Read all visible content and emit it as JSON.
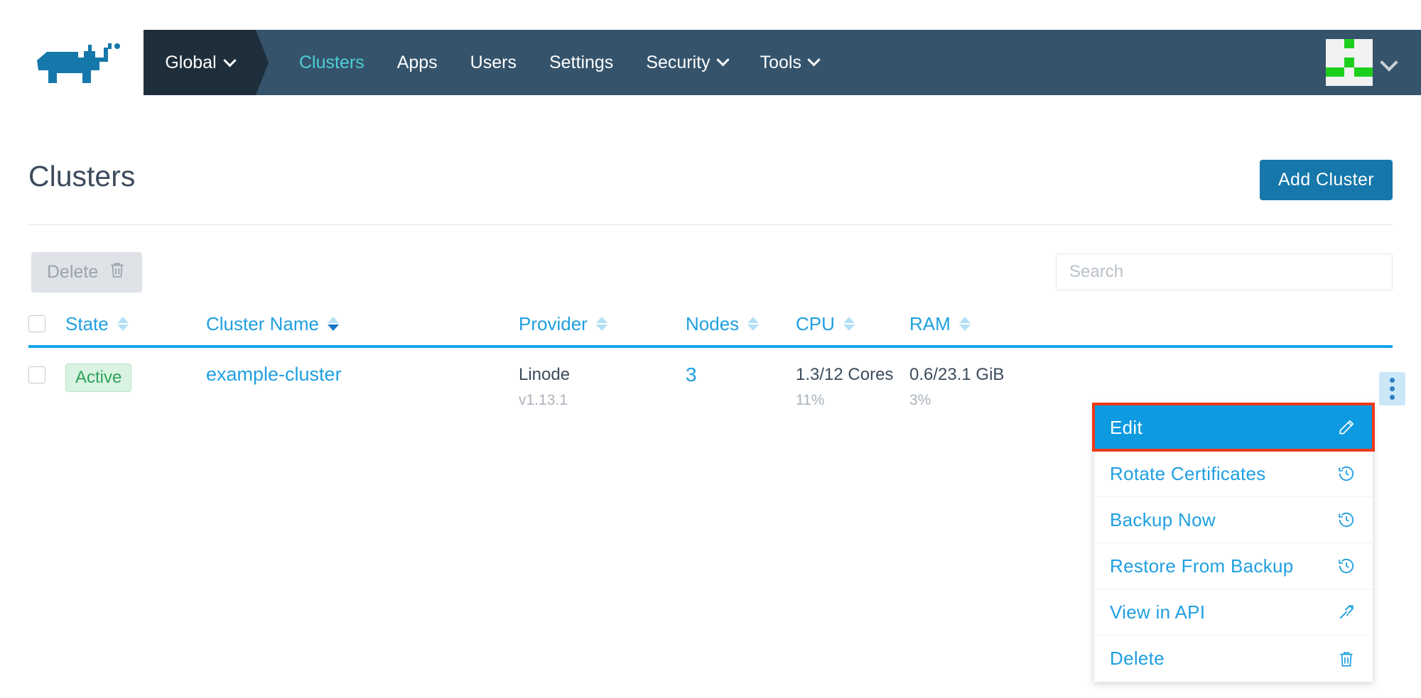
{
  "brand": {
    "logo_icon": "rancher-rhino-logo",
    "color": "#1677aa"
  },
  "topnav": {
    "context": {
      "label": "Global",
      "icon": "chevron-down-icon"
    },
    "items": [
      {
        "label": "Clusters",
        "active": true,
        "caret": false
      },
      {
        "label": "Apps",
        "active": false,
        "caret": false
      },
      {
        "label": "Users",
        "active": false,
        "caret": false
      },
      {
        "label": "Settings",
        "active": false,
        "caret": false
      },
      {
        "label": "Security",
        "active": false,
        "caret": true
      },
      {
        "label": "Tools",
        "active": false,
        "caret": true
      }
    ],
    "account": {
      "avatar_icon": "user-identicon-avatar",
      "caret_icon": "chevron-down-icon"
    },
    "colors": {
      "bar": "#35536b",
      "context_bg": "#1e2e3b",
      "active_text": "#4ecfd6"
    }
  },
  "header": {
    "title": "Clusters",
    "add_button": "Add Cluster"
  },
  "toolbar": {
    "delete_label": "Delete",
    "delete_icon": "trash-icon",
    "search_placeholder": "Search",
    "search_value": ""
  },
  "table": {
    "columns": [
      {
        "key": "state",
        "label": "State",
        "sortable": true,
        "sorted": false
      },
      {
        "key": "name",
        "label": "Cluster Name",
        "sortable": true,
        "sorted": true
      },
      {
        "key": "provider",
        "label": "Provider",
        "sortable": true,
        "sorted": false
      },
      {
        "key": "nodes",
        "label": "Nodes",
        "sortable": true,
        "sorted": false
      },
      {
        "key": "cpu",
        "label": "CPU",
        "sortable": true,
        "sorted": false
      },
      {
        "key": "ram",
        "label": "RAM",
        "sortable": true,
        "sorted": false
      }
    ],
    "rows": [
      {
        "selected": false,
        "state": "Active",
        "name": "example-cluster",
        "provider": "Linode",
        "provider_version": "v1.13.1",
        "nodes": "3",
        "cpu": "1.3/12 Cores",
        "cpu_pct": "11%",
        "ram": "0.6/23.1 GiB",
        "ram_pct": "3%"
      }
    ]
  },
  "row_menu": {
    "trigger_icon": "kebab-menu-icon",
    "items": [
      {
        "label": "Edit",
        "icon": "pencil-icon",
        "selected": true
      },
      {
        "label": "Rotate Certificates",
        "icon": "history-icon",
        "selected": false
      },
      {
        "label": "Backup Now",
        "icon": "history-icon",
        "selected": false
      },
      {
        "label": "Restore From Backup",
        "icon": "history-icon",
        "selected": false
      },
      {
        "label": "View in API",
        "icon": "external-link-icon",
        "selected": false
      },
      {
        "label": "Delete",
        "icon": "trash-icon",
        "selected": false
      }
    ],
    "highlight_color": "#f03a17",
    "selected_bg": "#0e9ae0"
  }
}
